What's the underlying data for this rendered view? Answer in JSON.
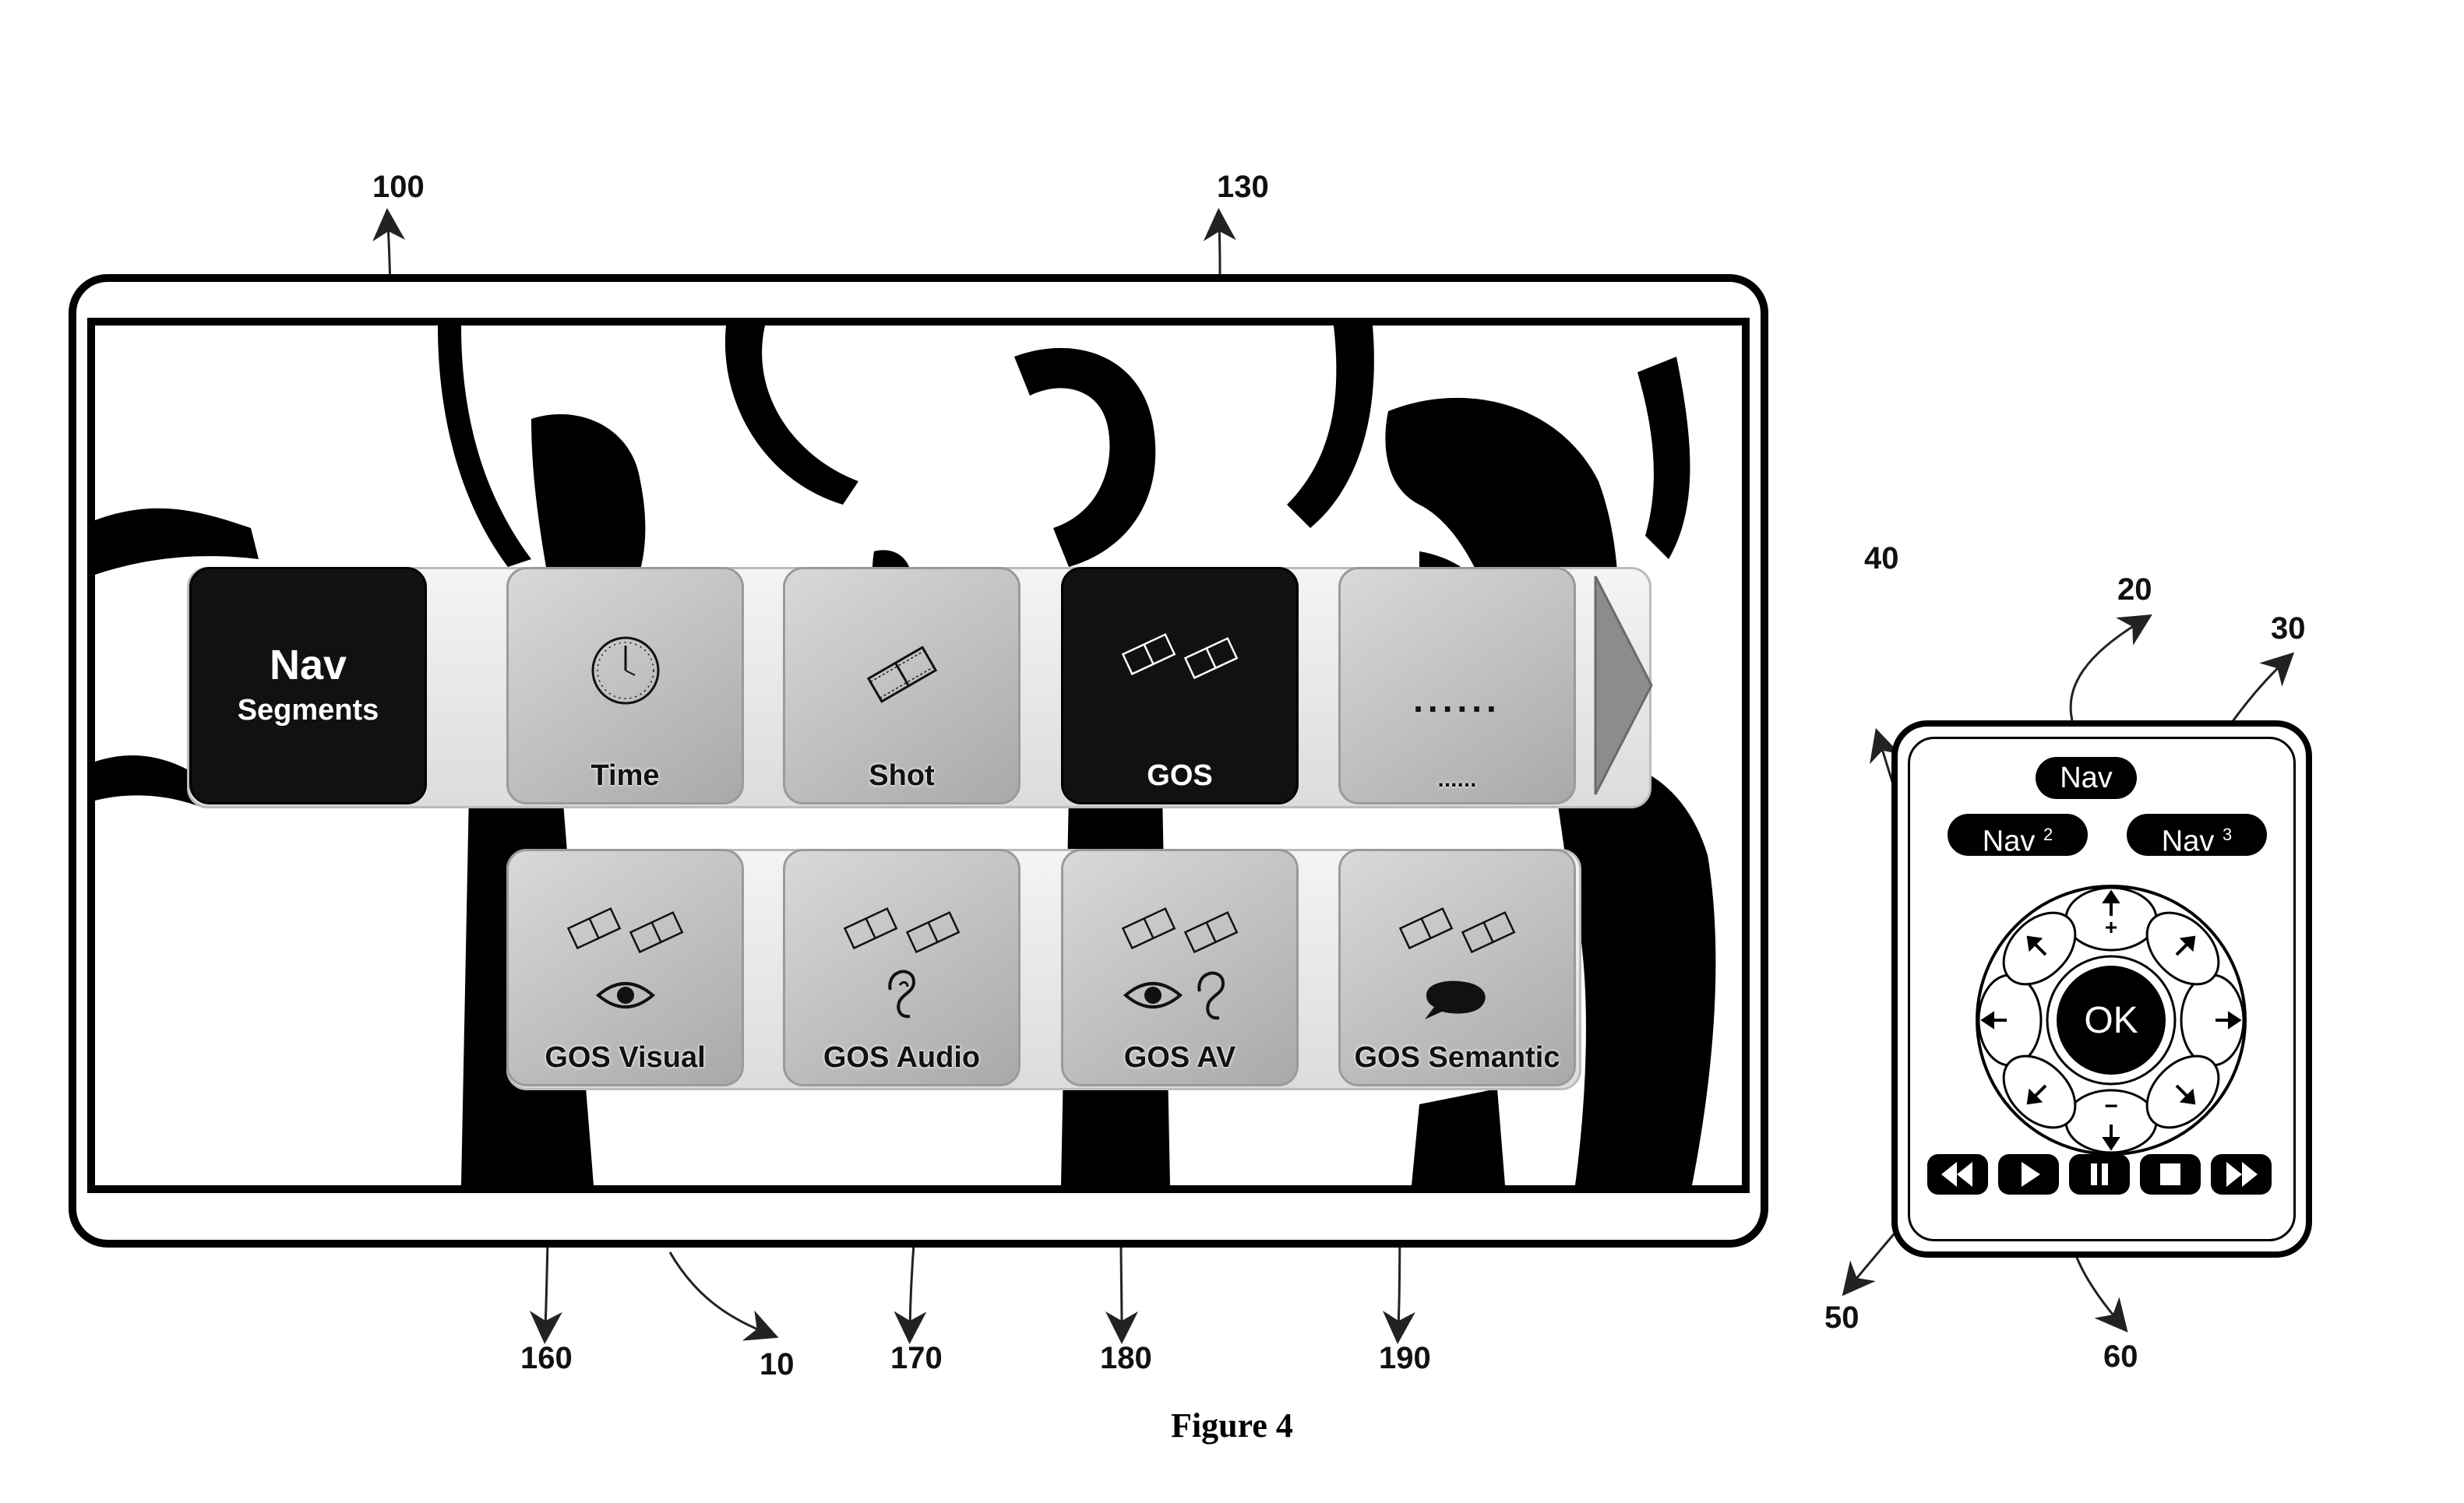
{
  "figure": {
    "caption": "Figure 4"
  },
  "reference_numerals": {
    "tv": "10",
    "remote": "20",
    "nav_button": "30",
    "dpad": "40",
    "ok_button": "50",
    "transport": "60",
    "nav_segments": "100",
    "gos_tile": "130",
    "gos_visual": "160",
    "gos_audio": "170",
    "gos_av": "180",
    "gos_semantic": "190"
  },
  "menu": {
    "nav_tile": {
      "title": "Nav",
      "subtitle": "Segments"
    },
    "top_row": [
      {
        "label": "Time",
        "icon": "clock-icon"
      },
      {
        "label": "Shot",
        "icon": "film-strip-icon"
      },
      {
        "label": "GOS",
        "icon": "film-strips-icon",
        "selected": true
      },
      {
        "label": "......",
        "icon": "ellipsis-icon",
        "extra": "......"
      }
    ],
    "bottom_row": [
      {
        "label": "GOS Visual",
        "icon": "eye-icon"
      },
      {
        "label": "GOS Audio",
        "icon": "ear-icon"
      },
      {
        "label": "GOS AV",
        "icon": "eye-ear-icon"
      },
      {
        "label": "GOS Semantic",
        "icon": "speech-bubble-icon"
      }
    ]
  },
  "remote": {
    "nav_label": "Nav",
    "nav2_label": "Nav",
    "nav2_sup": "2",
    "nav3_label": "Nav",
    "nav3_sup": "3",
    "ok_label": "OK",
    "up_sign": "+",
    "down_sign": "−",
    "transport_buttons": [
      "rewind-icon",
      "play-icon",
      "pause-icon",
      "stop-icon",
      "fast-forward-icon"
    ]
  }
}
